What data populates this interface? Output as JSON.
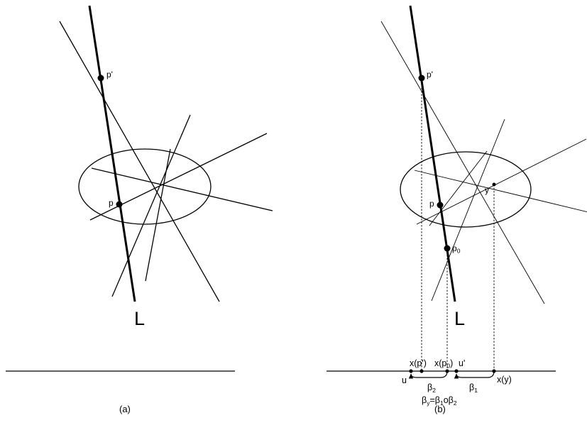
{
  "panel_a": {
    "label_p_prime": "p'",
    "label_p": "p",
    "label_L": "L",
    "caption": "(a)"
  },
  "panel_b": {
    "label_p_prime": "p'",
    "label_p": "p",
    "label_p0": "p",
    "label_p0_sub": "0",
    "label_y": "y",
    "label_L": "L",
    "axis_x_p_prime": "x(p')",
    "axis_x_p0": "x(p",
    "axis_x_p0_sub": "0",
    "axis_x_p0_close": ")",
    "axis_u_prime": "u'",
    "axis_u": "u",
    "axis_x_y": "x(y)",
    "beta2": "β",
    "beta2_sub": "2",
    "beta1": "β",
    "beta1_sub": "1",
    "beta_y": "β",
    "beta_y_sub": "y",
    "beta_y_eq": "=β",
    "beta_y_eq_sub1": "1",
    "beta_y_o": "o",
    "beta_y_b2": "β",
    "beta_y_b2_sub": "2",
    "caption": "(b)"
  }
}
